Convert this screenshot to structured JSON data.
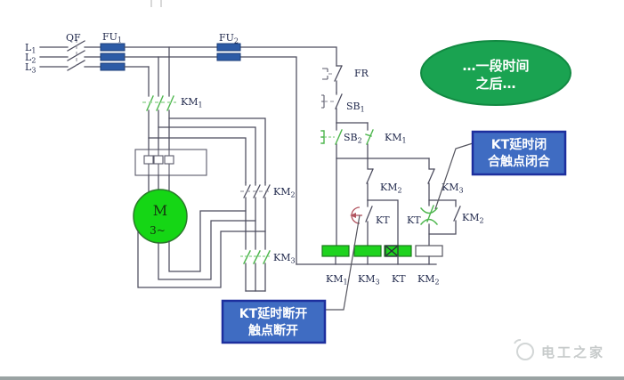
{
  "power": {
    "phases": [
      {
        "base": "L",
        "sub": "1"
      },
      {
        "base": "L",
        "sub": "2"
      },
      {
        "base": "L",
        "sub": "3"
      }
    ],
    "breaker_label": "QF",
    "fuse1_label": {
      "base": "FU",
      "sub": "1"
    },
    "fuse2_label": {
      "base": "FU",
      "sub": "2"
    },
    "km1_main_label": {
      "base": "KM",
      "sub": "1"
    },
    "km2_main_label": {
      "base": "KM",
      "sub": "2"
    },
    "km3_main_label": {
      "base": "KM",
      "sub": "3"
    },
    "motor_letter": "M",
    "motor_phase": "3~"
  },
  "control": {
    "fr_label": "FR",
    "sb1_label": {
      "base": "SB",
      "sub": "1"
    },
    "sb2_label": {
      "base": "SB",
      "sub": "2"
    },
    "km1_aux_label": {
      "base": "KM",
      "sub": "1"
    },
    "km2_nc_label": {
      "base": "KM",
      "sub": "2"
    },
    "km3_nc_label": {
      "base": "KM",
      "sub": "3"
    },
    "kt_open_contact_label": "KT",
    "kt_close_contact_label": "KT",
    "km2_hold_label": {
      "base": "KM",
      "sub": "2"
    },
    "coil_km1_label": {
      "base": "KM",
      "sub": "1"
    },
    "coil_km3_label": {
      "base": "KM",
      "sub": "3"
    },
    "coil_kt_label": "KT",
    "coil_km2_label": {
      "base": "KM",
      "sub": "2"
    }
  },
  "callouts": {
    "time_note": {
      "line1": "…一段时间",
      "line2": "之后…"
    },
    "kt_close_note": {
      "line1": "KT延时闭",
      "line2": "合触点闭合"
    },
    "kt_open_note": {
      "line1": "KT延时断开",
      "line2": "触点断开"
    }
  },
  "watermark": {
    "text": "电工之家"
  },
  "colors": {
    "component_green": "#1ed31e",
    "fuse_blue": "#2d5ba6",
    "delay_red": "#b25560",
    "callout_blue": "#3f6cc2",
    "callout_green": "#1aa351",
    "wire": "#4c4c5e"
  }
}
